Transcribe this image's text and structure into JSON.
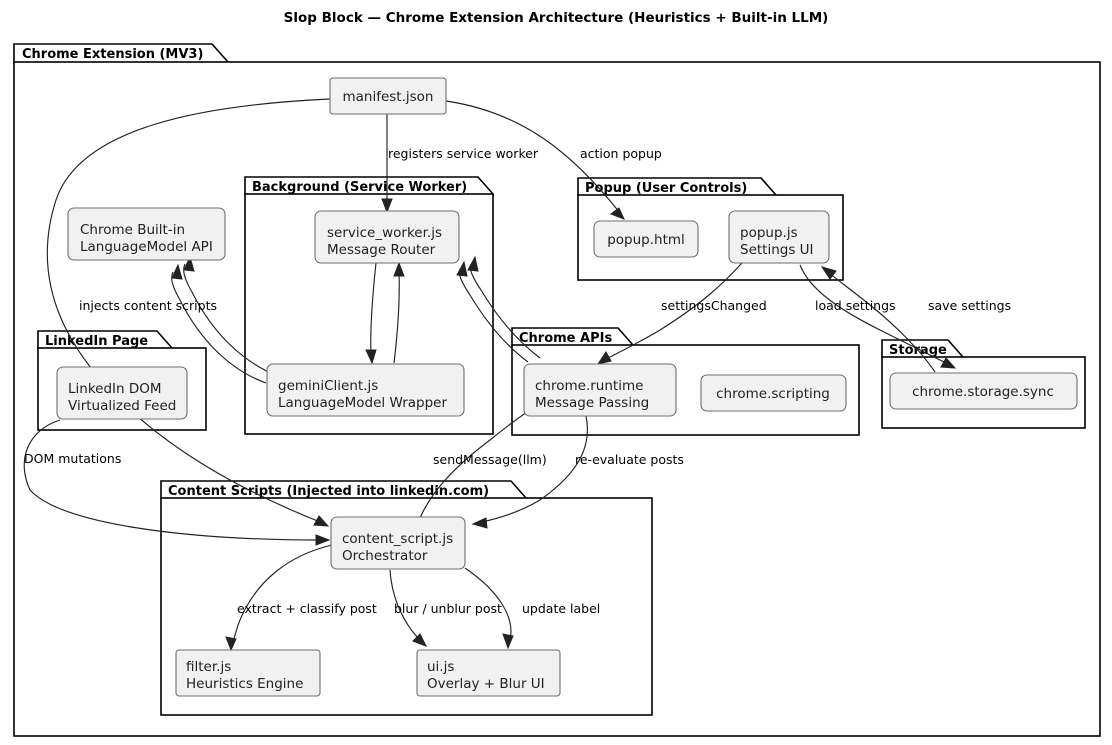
{
  "title": "Slop Block — Chrome Extension Architecture (Heuristics + Built-in LLM)",
  "colors": {
    "node_fill": "#F1F1F1",
    "node_border": "#6E6E6E",
    "package_border": "#000000",
    "package_fill": "#FFFFFF",
    "edge": "#222222",
    "text": "#000000",
    "background": "#FFFFFF"
  },
  "diagram": {
    "type": "component-architecture",
    "notation": "UML package diagram"
  },
  "packages": {
    "extension": {
      "label": "Chrome Extension (MV3)"
    },
    "background": {
      "label": "Background (Service Worker)"
    },
    "popup": {
      "label": "Popup (User Controls)"
    },
    "chrome_apis": {
      "label": "Chrome APIs"
    },
    "storage": {
      "label": "Storage"
    },
    "linkedin": {
      "label": "LinkedIn Page"
    },
    "content_scripts": {
      "label": "Content Scripts (Injected into linkedin.com)"
    }
  },
  "nodes": {
    "manifest": {
      "line1": "manifest.json",
      "line2": ""
    },
    "builtin_llm": {
      "line1": "Chrome Built-in",
      "line2": "LanguageModel API"
    },
    "service_worker": {
      "line1": "service_worker.js",
      "line2": "Message Router"
    },
    "popup_html": {
      "line1": "popup.html",
      "line2": ""
    },
    "popup_js": {
      "line1": "popup.js",
      "line2": "Settings UI"
    },
    "linkedin_dom": {
      "line1": "LinkedIn DOM",
      "line2": "Virtualized Feed"
    },
    "gemini_client": {
      "line1": "geminiClient.js",
      "line2": "LanguageModel Wrapper"
    },
    "chrome_runtime": {
      "line1": "chrome.runtime",
      "line2": "Message Passing"
    },
    "chrome_scripting": {
      "line1": "chrome.scripting",
      "line2": ""
    },
    "chrome_storage": {
      "line1": "chrome.storage.sync",
      "line2": ""
    },
    "content_script": {
      "line1": "content_script.js",
      "line2": "Orchestrator"
    },
    "filter_js": {
      "line1": "filter.js",
      "line2": "Heuristics Engine"
    },
    "ui_js": {
      "line1": "ui.js",
      "line2": "Overlay + Blur UI"
    }
  },
  "edge_labels": {
    "registers_sw": "registers service worker",
    "action_popup": "action popup",
    "injects": "injects content scripts",
    "settings_changed": "settingsChanged",
    "load_settings": "load settings",
    "save_settings": "save settings",
    "dom_mutations": "DOM mutations",
    "send_message": "sendMessage(llm)",
    "re_evaluate": "re-evaluate posts",
    "extract_classify": "extract + classify post",
    "blur_unblur": "blur / unblur post",
    "update_label": "update label"
  },
  "edges": [
    {
      "from": "manifest",
      "to": "service_worker",
      "label": "registers service worker"
    },
    {
      "from": "manifest",
      "to": "popup_html",
      "label": "action popup"
    },
    {
      "from": "manifest",
      "to": "content_script",
      "label": "injects content scripts"
    },
    {
      "from": "popup_js",
      "to": "chrome_runtime",
      "label": "settingsChanged"
    },
    {
      "from": "popup_js",
      "to": "chrome_storage",
      "label": "load settings"
    },
    {
      "from": "chrome_storage",
      "to": "popup_js",
      "label": "save settings"
    },
    {
      "from": "linkedin_dom",
      "to": "content_script",
      "label": "DOM mutations"
    },
    {
      "from": "content_script",
      "to": "chrome_runtime",
      "label": "sendMessage(llm)"
    },
    {
      "from": "chrome_runtime",
      "to": "content_script",
      "label": "re-evaluate posts"
    },
    {
      "from": "content_script",
      "to": "filter_js",
      "label": "extract + classify post"
    },
    {
      "from": "content_script",
      "to": "ui_js",
      "label": "blur / unblur post"
    },
    {
      "from": "content_script",
      "to": "ui_js",
      "label": "update label"
    },
    {
      "from": "service_worker",
      "to": "gemini_client",
      "label": ""
    },
    {
      "from": "gemini_client",
      "to": "service_worker",
      "label": ""
    },
    {
      "from": "gemini_client",
      "to": "builtin_llm",
      "label": ""
    },
    {
      "from": "chrome_runtime",
      "to": "service_worker",
      "label": ""
    }
  ]
}
